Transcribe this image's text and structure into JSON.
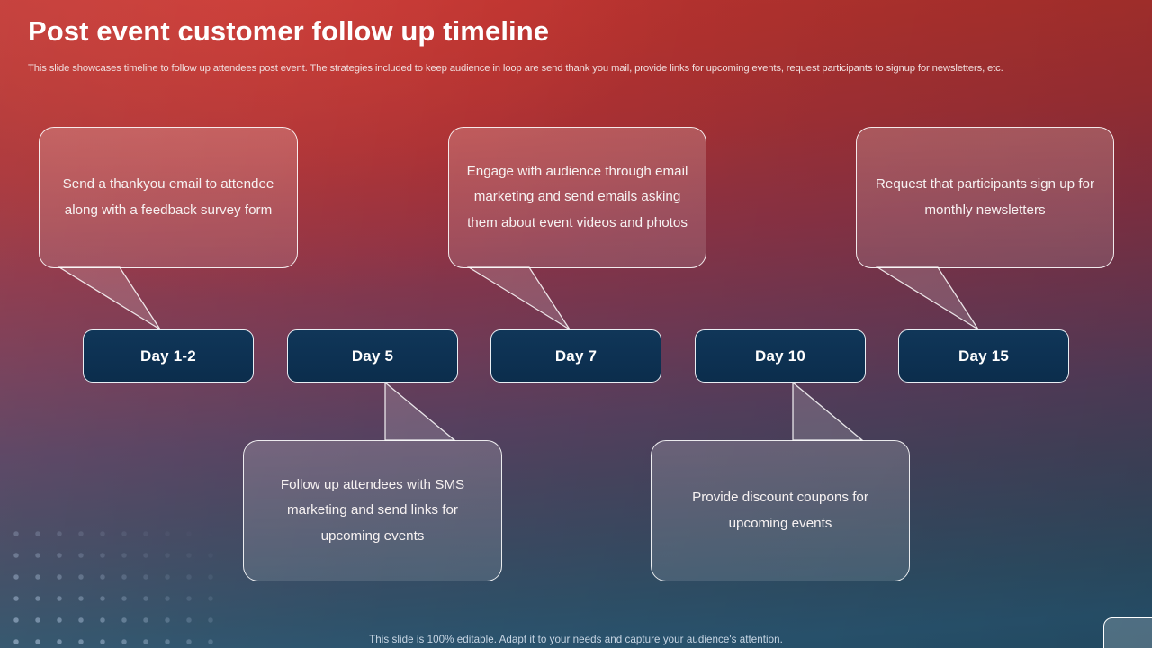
{
  "slide": {
    "title": "Post event customer follow up timeline",
    "subtitle": "This slide showcases timeline to follow up attendees post event. The strategies included to keep audience in loop are send thank you mail, provide links for upcoming events, request participants to signup for newsletters, etc.",
    "footer_note": "This slide is 100% editable. Adapt it to your needs and capture your audience's attention."
  },
  "colors": {
    "background_top": "#bb3430",
    "background_bottom": "#27536e",
    "chip_fill": "#0d3152",
    "chip_border": "#e9eef3",
    "bubble_border": "#ffffff",
    "title_text": "#ffffff",
    "body_text": "#f7f2f2"
  },
  "timeline": {
    "milestones": [
      {
        "label": "Day 1-2"
      },
      {
        "label": "Day 5"
      },
      {
        "label": "Day 7"
      },
      {
        "label": "Day 10"
      },
      {
        "label": "Day 15"
      }
    ]
  },
  "callouts": {
    "top": [
      {
        "text": "Send a thankyou  email to attendee along with a feedback survey  form",
        "points_to": "Day 1-2"
      },
      {
        "text": "Engage with audience through email marketing and send emails asking them about event videos and photos",
        "points_to": "Day 7"
      },
      {
        "text": "Request that participants sign up for monthly  newsletters",
        "points_to": "Day 15"
      }
    ],
    "bottom": [
      {
        "text": "Follow up attendees with SMS marketing and send links for upcoming events",
        "points_to": "Day 5"
      },
      {
        "text": "Provide discount coupons for upcoming events",
        "points_to": "Day 10"
      }
    ]
  }
}
